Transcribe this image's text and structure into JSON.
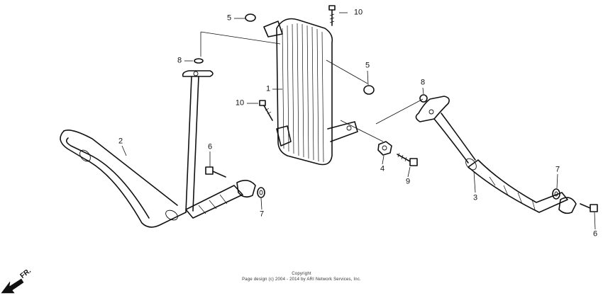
{
  "diagram": {
    "callouts": [
      "1",
      "2",
      "3",
      "4",
      "5",
      "5",
      "6",
      "6",
      "7",
      "7",
      "8",
      "8",
      "9",
      "10",
      "10"
    ],
    "direction_label": "FR.",
    "copyright_line1": "Copyright",
    "copyright_line2": "Page design (c) 2004 - 2014 by ARI Network Services, Inc."
  }
}
